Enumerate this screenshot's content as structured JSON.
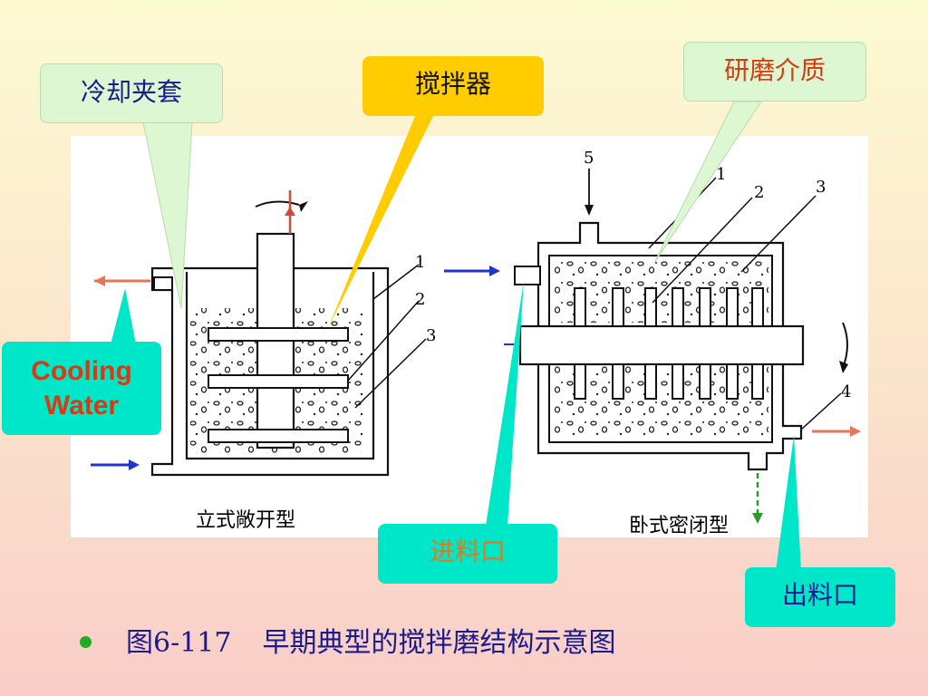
{
  "callouts": {
    "cooling_jacket": "冷却夹套",
    "agitator": "搅拌器",
    "grinding_media": "研磨介质",
    "cooling_water_line1": "Cooling",
    "cooling_water_line2": "Water",
    "feed_inlet": "进料口",
    "discharge_outlet": "出料口"
  },
  "diagram": {
    "left_label": "立式敞开型",
    "right_label": "卧式密闭型",
    "left_numbers": [
      "1",
      "2",
      "3"
    ],
    "right_numbers": [
      "5",
      "1",
      "2",
      "3",
      "4"
    ]
  },
  "caption": {
    "figure_no": "图6-117",
    "title": "早期典型的搅拌磨结构示意图"
  },
  "colors": {
    "callout_green": "#dcf7d2",
    "callout_yellow": "#ffcc00",
    "callout_teal": "#00e6c8",
    "cooling_text": "#d93a12",
    "caption_blue": "#1a1a8c"
  }
}
